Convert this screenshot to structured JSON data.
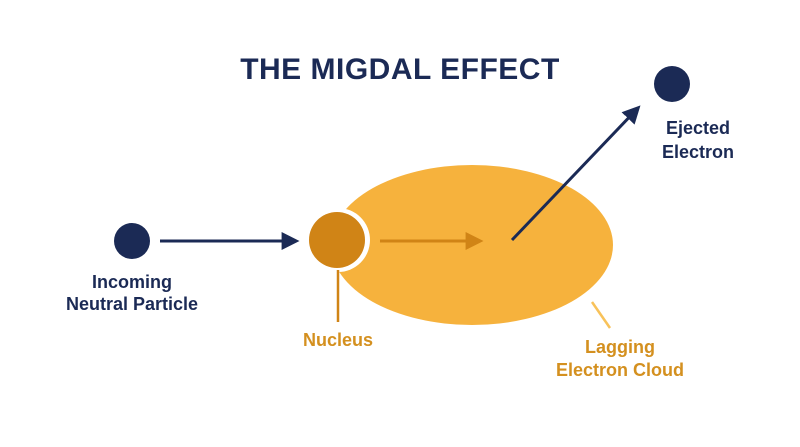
{
  "title": "THE MIGDAL EFFECT",
  "labels": {
    "incoming_line1": "Incoming",
    "incoming_line2": "Neutral Particle",
    "nucleus": "Nucleus",
    "cloud_line1": "Lagging",
    "cloud_line2": "Electron Cloud",
    "ejected_line1": "Ejected",
    "ejected_line2": "Electron"
  },
  "colors": {
    "navy": "#1b2a55",
    "cloud": "#f6b23d",
    "nucleus": "#d08416",
    "label_orange": "#d4901f",
    "cloud_pointer": "#f8c25a",
    "background": "#ffffff"
  },
  "icons": {
    "incoming_particle": "circle",
    "ejected_electron": "circle",
    "nucleus": "circle",
    "electron_cloud": "ellipse"
  }
}
